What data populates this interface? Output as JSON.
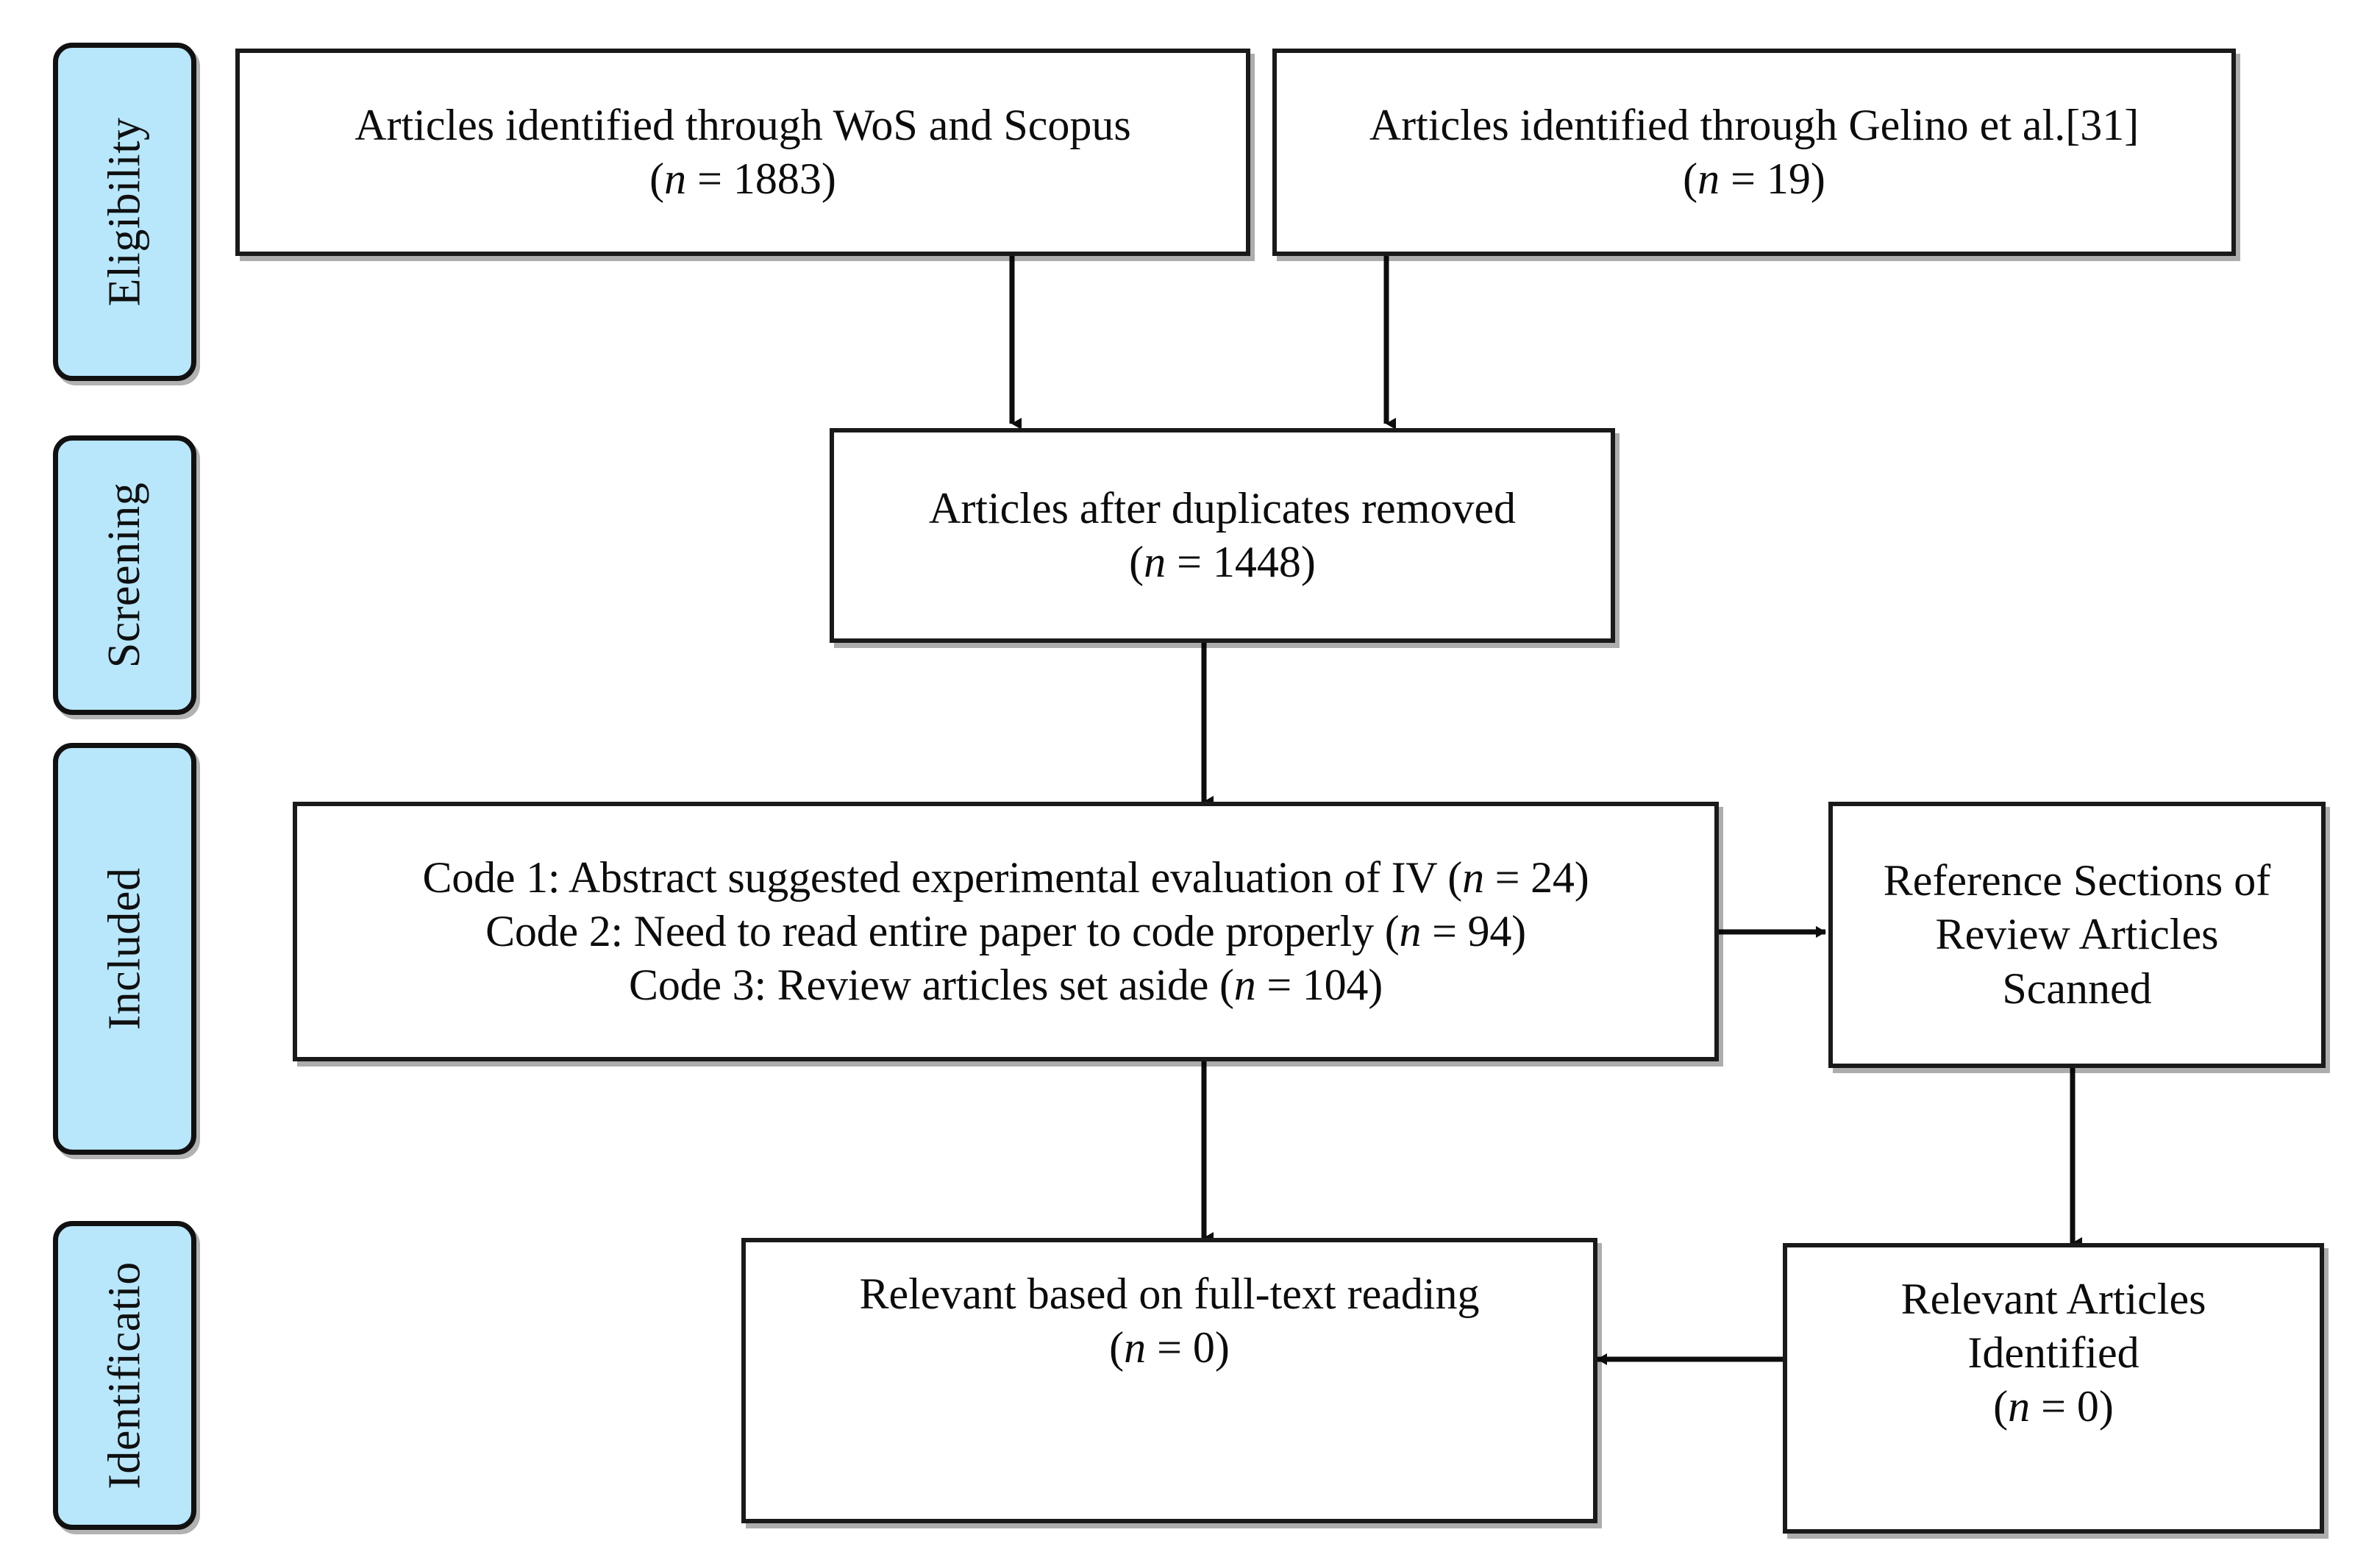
{
  "figure": {
    "type": "prisma-flow-diagram",
    "accent_color": "#b8e6fa",
    "border_color": "#1a1a1a",
    "background_color": "#ffffff"
  },
  "stages": [
    {
      "id": "eligibility",
      "label": "Eligibility"
    },
    {
      "id": "screening",
      "label": "Screening"
    },
    {
      "id": "included",
      "label": "Included"
    },
    {
      "id": "identification",
      "label": "Identificatio"
    }
  ],
  "boxes": {
    "wos_scopus": {
      "line1": "Articles identified through WoS and Scopus",
      "n_prefix": "(",
      "n_symbol": "n",
      "n_value": " = 1883)"
    },
    "gelino": {
      "line1": "Articles identified through Gelino et al.[31]",
      "n_prefix": "(",
      "n_symbol": "n",
      "n_value": " = 19)"
    },
    "duplicates_removed": {
      "line1": "Articles after duplicates removed",
      "n_prefix": "(",
      "n_symbol": "n",
      "n_value": " = 1448)"
    },
    "codes": {
      "code1_text": "Code 1: Abstract suggested experimental evaluation of IV (",
      "code1_symbol": "n",
      "code1_value": " = 24)",
      "code2_text": "Code 2: Need to read entire paper to code properly (",
      "code2_symbol": "n",
      "code2_value": " = 94)",
      "code3_text": "Code 3: Review articles set aside (",
      "code3_symbol": "n",
      "code3_value": " = 104)"
    },
    "reference_sections": {
      "line1": "Reference Sections of",
      "line2": "Review Articles",
      "line3": "Scanned"
    },
    "full_text_relevant": {
      "line1": "Relevant based on full-text reading",
      "n_prefix": "(",
      "n_symbol": "n",
      "n_value": " = 0)"
    },
    "relevant_articles": {
      "line1": "Relevant Articles",
      "line2": "Identified",
      "n_prefix": "(",
      "n_symbol": "n",
      "n_value": " = 0)"
    }
  }
}
